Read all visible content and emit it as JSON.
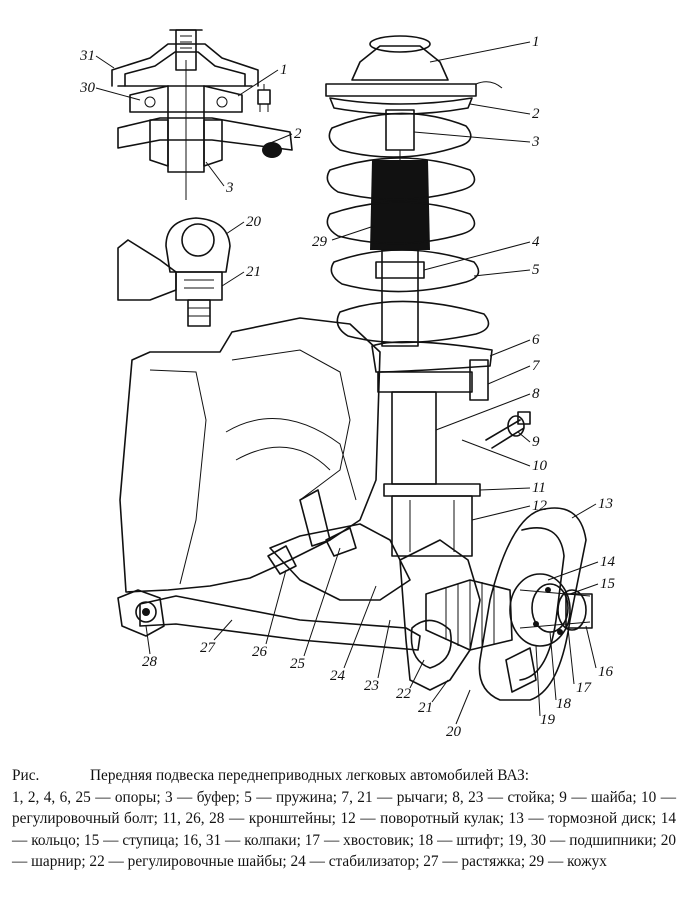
{
  "figure": {
    "part_labels": {
      "main": [
        "1",
        "2",
        "3",
        "4",
        "5",
        "6",
        "7",
        "8",
        "9",
        "10",
        "11",
        "12",
        "13",
        "14",
        "15",
        "16",
        "17",
        "18",
        "19",
        "20",
        "21",
        "22",
        "23",
        "24",
        "25",
        "26",
        "27",
        "28",
        "29"
      ],
      "inset_top": [
        "31",
        "30",
        "1",
        "2",
        "3"
      ],
      "inset_joint": [
        "20",
        "21"
      ]
    }
  },
  "caption": {
    "prefix": "Рис.",
    "title": "Передняя подвеска переднеприводных легковых автомобилей ВАЗ:",
    "legend": "1, 2, 4, 6, 25 — опоры; 3 — буфер; 5 — пружина; 7, 21 — рычаги; 8, 23 — стойка; 9 — шайба; 10 — регулировочный болт; 11, 26, 28 — кронштейны; 12 — поворотный кулак; 13 — тормозной диск; 14 — кольцо; 15 — ступица; 16, 31 — колпаки; 17 — хвостовик; 18 — штифт; 19, 30 — подшипники; 20 — шарнир; 22 — регулировочные шайбы; 24 — стабилизатор; 27 — растяжка; 29 — кожух"
  }
}
